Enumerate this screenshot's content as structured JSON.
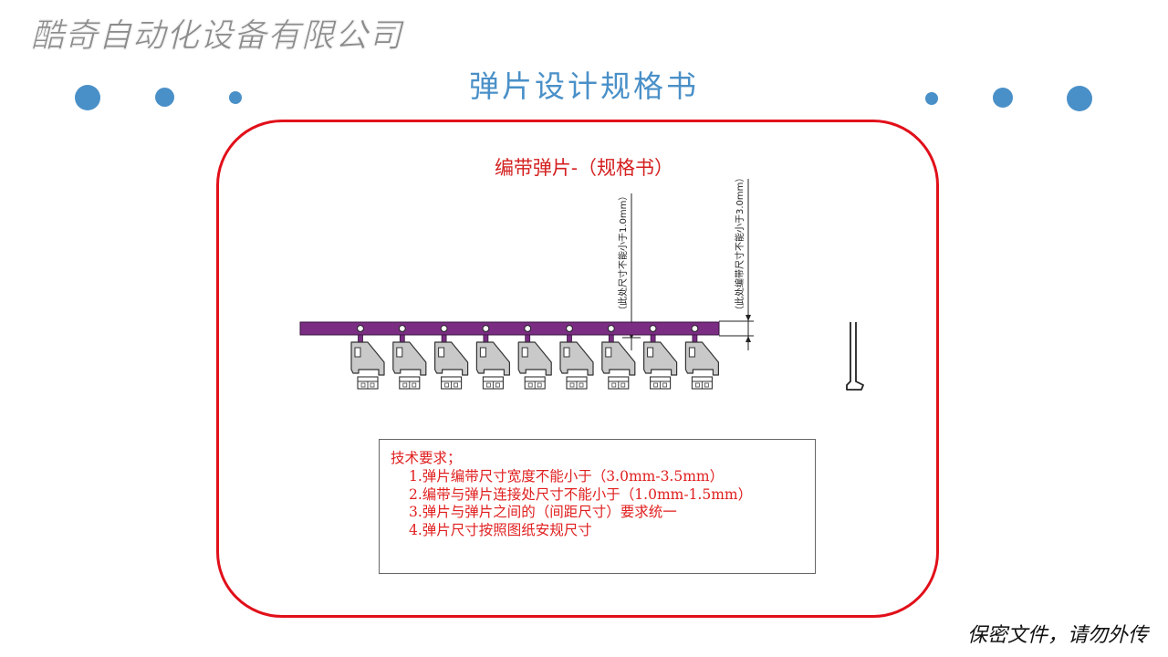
{
  "header": {
    "company_name": "酷奇自动化设备有限公司",
    "page_title": "弹片设计规格书"
  },
  "drawing": {
    "sheet_title": "编带弹片-（规格书）",
    "dimension_note_1": "（此处尺寸不能小于1.0mm）",
    "dimension_note_2": "（此处编带尺寸不能小于3.0mm）",
    "clip_count": 9
  },
  "requirements": {
    "heading": "技术要求；",
    "items": [
      "1.弹片编带尺寸宽度不能小于（3.0mm-3.5mm）",
      "2.编带与弹片连接处尺寸不能小于（1.0mm-1.5mm）",
      "3.弹片与弹片之间的（间距尺寸）要求统一",
      "4.弹片尺寸按照图纸安规尺寸"
    ]
  },
  "footer": {
    "confidential_notice": "保密文件，请勿外传"
  },
  "colors": {
    "accent_blue": "#4a90c8",
    "frame_red": "#e1101a",
    "strip_purple": "#7a2d82",
    "text_red": "#d42020"
  }
}
